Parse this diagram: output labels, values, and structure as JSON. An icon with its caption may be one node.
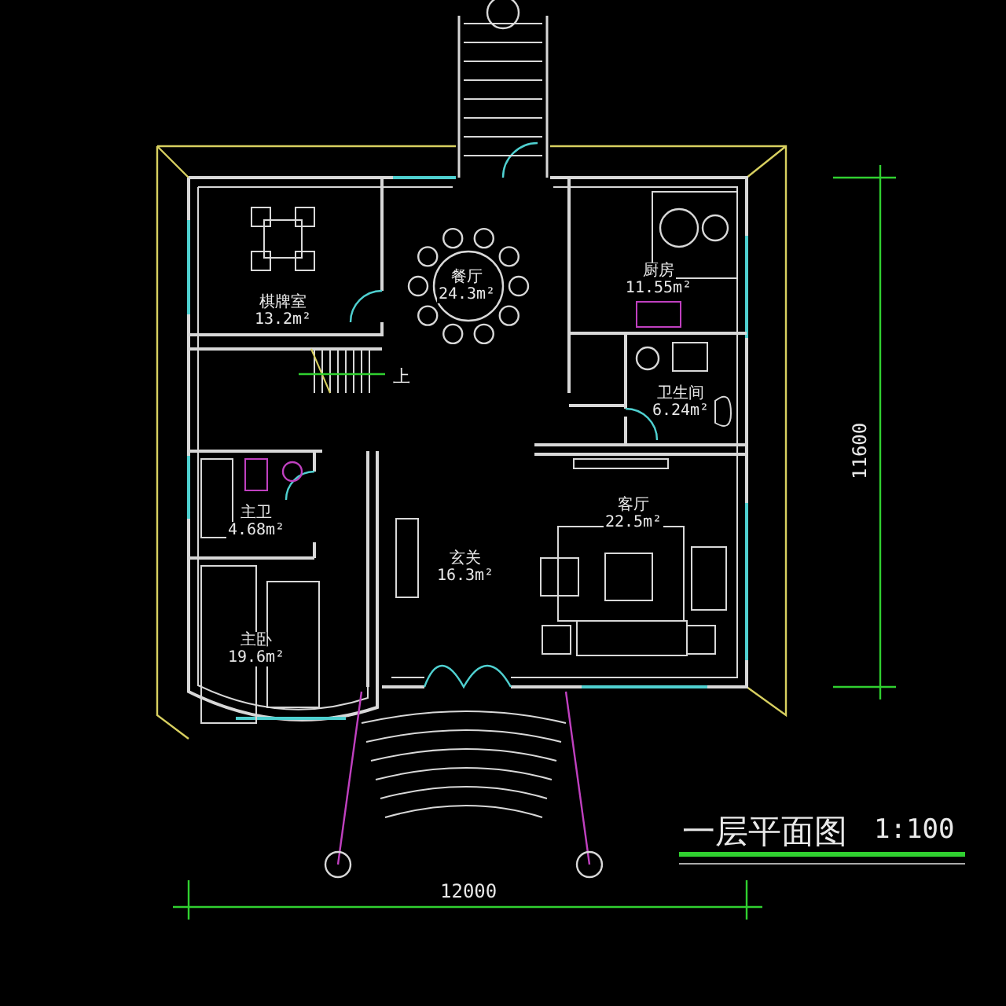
{
  "diagram": {
    "title": "一层平面图",
    "nodes": [
      {
        "text": [
          "棋牌室",
          "13.2m²"
        ]
      },
      {
        "text": [
          "餐厅",
          "24.3m²"
        ]
      },
      {
        "text": [
          "厨房",
          "11.55m²"
        ]
      },
      {
        "text": [
          "卫生间",
          "6.24m²"
        ]
      },
      {
        "text": [
          "主卫",
          "4.68m²"
        ]
      },
      {
        "text": [
          "客厅",
          "22.5m²"
        ]
      },
      {
        "text": [
          "玄关",
          "16.3m²"
        ]
      },
      {
        "text": [
          "主卧",
          "19.6m²"
        ]
      }
    ],
    "labels": [
      "上",
      "11600",
      "1:100",
      "12000"
    ]
  }
}
